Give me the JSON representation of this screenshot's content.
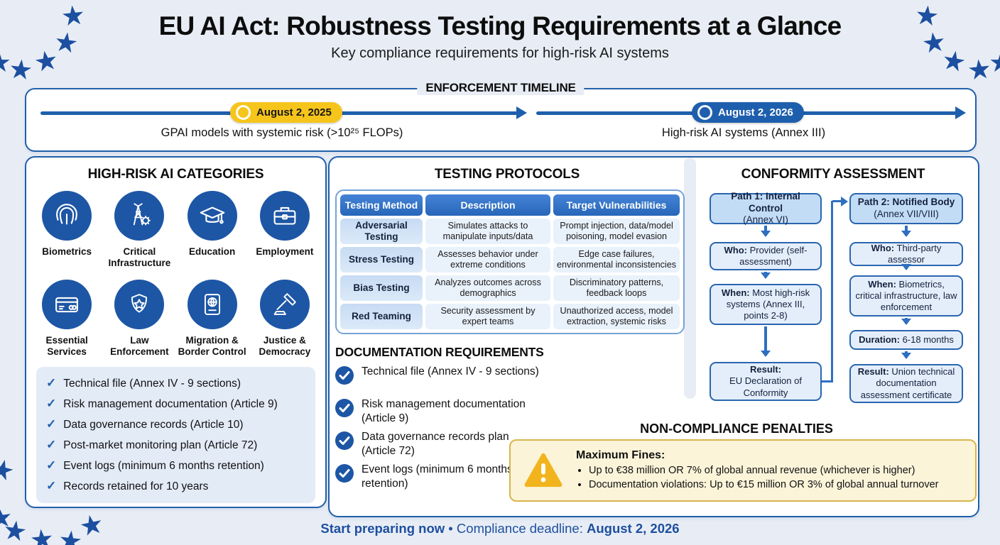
{
  "page": {
    "title": "EU AI Act: Robustness Testing Requirements at a Glance",
    "subtitle": "Key compliance requirements for high-risk AI systems"
  },
  "icons": {
    "check_glyph": "✓",
    "star_glyph": "★"
  },
  "colors": {
    "background": "#e8edf5",
    "primary_blue": "#1e5fad",
    "star_blue": "#1c4fa0",
    "icon_circle_blue": "#1d56a5",
    "gold": "#f6c51b",
    "penalty_bg": "#fbf4d9",
    "penalty_border": "#d9b54b"
  },
  "timeline": {
    "title": "ENFORCEMENT TIMELINE",
    "milestones": [
      {
        "date": "August 2, 2025",
        "description": "GPAI models with systemic risk (>10²⁵ FLOPs)",
        "style": "gold"
      },
      {
        "date": "August 2, 2026",
        "description": "High-risk AI systems (Annex III)",
        "style": "blue"
      }
    ]
  },
  "categories": {
    "title": "HIGH-RISK AI CATEGORIES",
    "items": [
      {
        "label": "Biometrics",
        "icon": "fingerprint-icon"
      },
      {
        "label": "Critical Infrastructure",
        "icon": "power-tower-gear-icon"
      },
      {
        "label": "Education",
        "icon": "graduation-cap-icon"
      },
      {
        "label": "Employment",
        "icon": "briefcase-icon"
      },
      {
        "label": "Essential Services",
        "icon": "credit-card-icon"
      },
      {
        "label": "Law Enforcement",
        "icon": "police-badge-icon"
      },
      {
        "label": "Migration & Border Control",
        "icon": "passport-icon"
      },
      {
        "label": "Justice & Democracy",
        "icon": "gavel-icon"
      }
    ],
    "checklist": [
      "Technical file (Annex IV - 9 sections)",
      "Risk management documentation (Article 9)",
      "Data governance records (Article 10)",
      "Post-market monitoring plan (Article 72)",
      "Event logs (minimum 6 months retention)",
      "Records retained for 10 years"
    ]
  },
  "testing": {
    "title": "TESTING PROTOCOLS",
    "table": {
      "headers": [
        "Testing Method",
        "Description",
        "Target Vulnerabilities"
      ],
      "rows": [
        {
          "method": "Adversarial Testing",
          "description": "Simulates attacks to manipulate inputs/data",
          "vulnerabilities": "Prompt injection, data/model poisoning, model evasion"
        },
        {
          "method": "Stress Testing",
          "description": "Assesses behavior under extreme conditions",
          "vulnerabilities": "Edge case failures, environmental inconsistencies"
        },
        {
          "method": "Bias Testing",
          "description": "Analyzes outcomes across demographics",
          "vulnerabilities": "Discriminatory patterns, feedback loops"
        },
        {
          "method": "Red Teaming",
          "description": "Security assessment by expert teams",
          "vulnerabilities": "Unauthorized access, model extraction, systemic risks"
        }
      ]
    }
  },
  "documentation": {
    "title": "DOCUMENTATION REQUIREMENTS",
    "items": [
      "Technical file (Annex IV - 9 sections)",
      "Risk management documentation (Article 9)",
      "Data governance records plan (Article 72)",
      "Event logs (minimum 6 months retention)"
    ]
  },
  "conformity": {
    "title": "CONFORMITY ASSESSMENT",
    "path1": {
      "header": {
        "bold": "Path 1: Internal Control",
        "sub": "(Annex VI)"
      },
      "who": {
        "bold": "Who:",
        "rest": " Provider (self-assessment)"
      },
      "when": {
        "bold": "When:",
        "rest": " Most high-risk systems (Annex III, points 2-8)"
      },
      "result": {
        "bold": "Result:",
        "rest": "EU Declaration of Conformity"
      }
    },
    "path2": {
      "header": {
        "bold": "Path 2: Notified Body",
        "sub": "(Annex VII/VIII)"
      },
      "who": {
        "bold": "Who:",
        "rest": " Third-party assessor"
      },
      "when": {
        "bold": "When:",
        "rest": " Biometrics, critical infrastructure, law enforcement"
      },
      "duration": {
        "bold": "Duration:",
        "rest": " 6-18 months"
      },
      "result": {
        "bold": "Result:",
        "rest": " Union technical documentation assessment certificate"
      }
    }
  },
  "penalties": {
    "title": "NON-COMPLIANCE PENALTIES",
    "heading": "Maximum Fines:",
    "bullets": [
      "Up to €38 million OR 7% of global annual revenue (whichever is higher)",
      "Documentation violations: Up to €15 million OR 3% of global annual turnover"
    ]
  },
  "footer": {
    "lead": "Start preparing now",
    "mid": " • Compliance deadline: ",
    "deadline": "August 2, 2026"
  }
}
